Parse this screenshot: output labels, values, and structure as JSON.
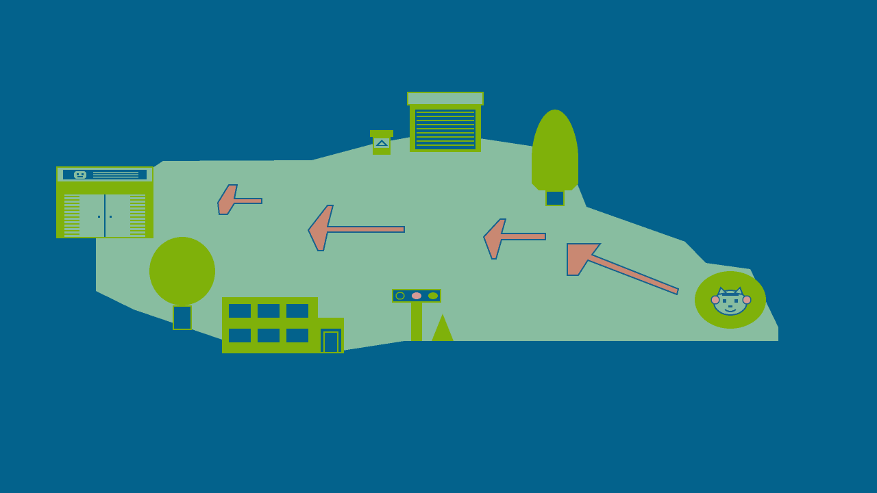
{
  "game": {
    "screen": "map-route-scene",
    "palette": {
      "water": "#03628c",
      "land": "#88bda0",
      "green": "#7fb10a",
      "arrow": "#c98872",
      "outline": "#16628e",
      "accent_pink": "#d59a96"
    },
    "objects": [
      {
        "id": "shop-building",
        "kind": "building"
      },
      {
        "id": "mailbox",
        "kind": "prop"
      },
      {
        "id": "garage",
        "kind": "building"
      },
      {
        "id": "tall-tree",
        "kind": "tree"
      },
      {
        "id": "round-tree",
        "kind": "tree"
      },
      {
        "id": "apartment-building",
        "kind": "building"
      },
      {
        "id": "traffic-light",
        "kind": "prop"
      },
      {
        "id": "cone",
        "kind": "prop"
      },
      {
        "id": "character-token",
        "kind": "player"
      }
    ],
    "route_arrows": [
      {
        "id": "arrow-1",
        "direction": "left"
      },
      {
        "id": "arrow-2",
        "direction": "left"
      },
      {
        "id": "arrow-3",
        "direction": "left"
      },
      {
        "id": "arrow-4",
        "direction": "up-left"
      }
    ]
  }
}
